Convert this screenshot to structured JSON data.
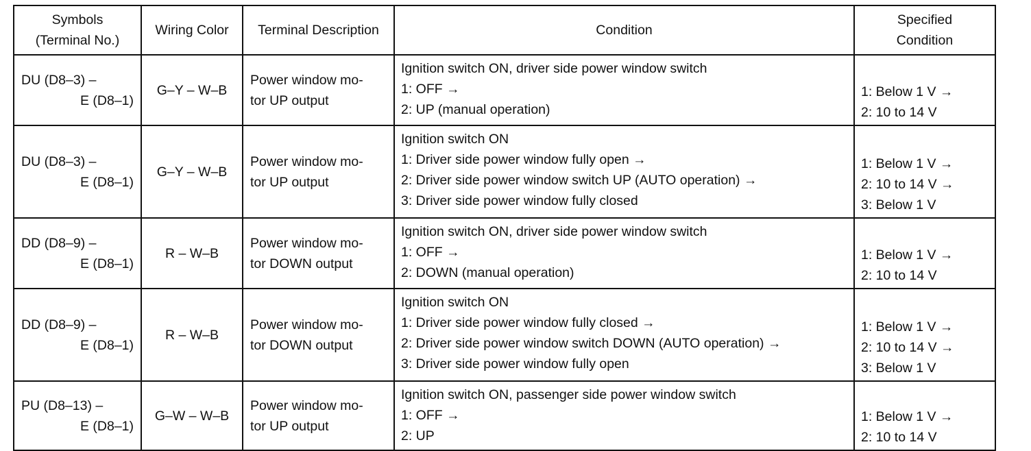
{
  "headers": {
    "symbols_line1": "Symbols",
    "symbols_line2": "(Terminal No.)",
    "wiring_color": "Wiring Color",
    "terminal_description": "Terminal Description",
    "condition": "Condition",
    "specified_line1": "Specified",
    "specified_line2": "Condition"
  },
  "rows": [
    {
      "symbol_line1": "DU (D8–3) –",
      "symbol_line2": "E (D8–1)",
      "wiring": "G–Y – W–B",
      "description_line1": "Power window mo-",
      "description_line2": "tor UP output",
      "condition_lines": [
        "Ignition switch ON, driver side power window switch",
        "1: OFF →",
        "2: UP (manual operation)"
      ],
      "specified_lines": [
        "1: Below 1 V →",
        "2: 10 to 14 V"
      ]
    },
    {
      "symbol_line1": "DU (D8–3) –",
      "symbol_line2": "E (D8–1)",
      "wiring": "G–Y – W–B",
      "description_line1": "Power window mo-",
      "description_line2": "tor UP output",
      "condition_lines": [
        "Ignition switch ON",
        "1: Driver side power window fully open →",
        "2: Driver side power window switch UP (AUTO operation) →",
        "3: Driver side power window fully closed"
      ],
      "specified_lines": [
        "1: Below 1 V →",
        "2: 10 to 14 V →",
        "3: Below 1 V"
      ]
    },
    {
      "symbol_line1": "DD (D8–9) –",
      "symbol_line2": "E (D8–1)",
      "wiring": "R – W–B",
      "description_line1": "Power window mo-",
      "description_line2": "tor DOWN output",
      "condition_lines": [
        "Ignition switch ON, driver side power window switch",
        "1: OFF →",
        "2: DOWN (manual operation)"
      ],
      "specified_lines": [
        "1: Below 1 V →",
        "2: 10 to 14 V"
      ]
    },
    {
      "symbol_line1": "DD (D8–9) –",
      "symbol_line2": "E (D8–1)",
      "wiring": "R – W–B",
      "description_line1": "Power window mo-",
      "description_line2": "tor DOWN output",
      "condition_lines": [
        "Ignition switch ON",
        "1: Driver side power window fully closed →",
        "2: Driver side power window switch DOWN (AUTO operation) →",
        "3: Driver side power window fully open"
      ],
      "specified_lines": [
        "1: Below 1 V →",
        "2: 10 to 14 V →",
        "3: Below 1 V"
      ]
    },
    {
      "symbol_line1": "PU (D8–13) –",
      "symbol_line2": "E (D8–1)",
      "wiring": "G–W – W–B",
      "description_line1": "Power window mo-",
      "description_line2": "tor UP output",
      "condition_lines": [
        "Ignition switch ON, passenger side power window switch",
        "1: OFF →",
        "2: UP"
      ],
      "specified_lines": [
        "1: Below 1 V →",
        "2: 10 to 14 V"
      ]
    }
  ]
}
